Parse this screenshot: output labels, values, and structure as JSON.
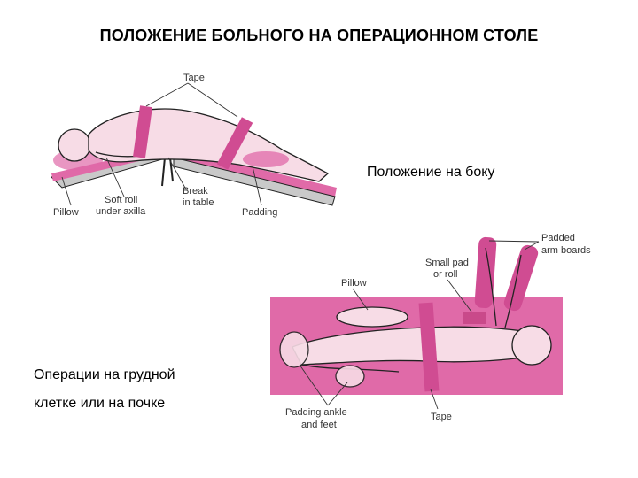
{
  "title": "ПОЛОЖЕНИЕ БОЛЬНОГО НА ОПЕРАЦИОННОМ СТОЛЕ",
  "caption_side": "Положение на боку",
  "caption_surgery_line1": "Операции на грудной",
  "caption_surgery_line2": "клетке или на почке",
  "top_figure": {
    "labels": {
      "tape": "Tape",
      "pillow": "Pillow",
      "soft_roll_1": "Soft roll",
      "soft_roll_2": "under axilla",
      "break_1": "Break",
      "break_2": "in table",
      "padding": "Padding"
    }
  },
  "bottom_figure": {
    "labels": {
      "padded_1": "Padded",
      "padded_2": "arm boards",
      "small_pad_1": "Small pad",
      "small_pad_2": "or roll",
      "pillow": "Pillow",
      "padding_ankle_1": "Padding ankle",
      "padding_ankle_2": "and feet",
      "tape": "Tape"
    }
  },
  "colors": {
    "table_pink": "#e06aa8",
    "skin": "#f7dce6"
  }
}
